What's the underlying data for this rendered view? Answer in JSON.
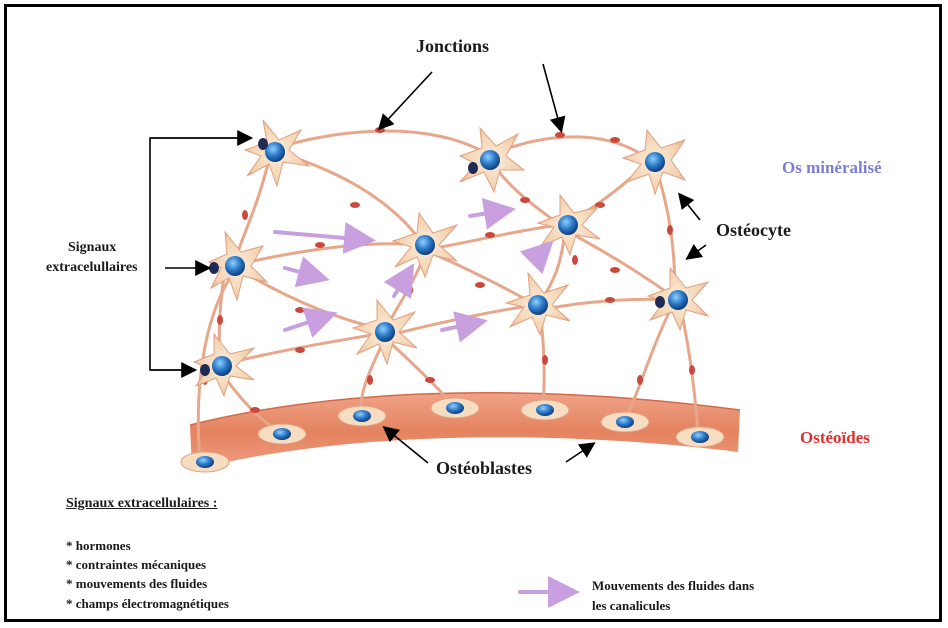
{
  "labels": {
    "jonctions": "Jonctions",
    "signaux_line1": "Signaux",
    "signaux_line2": "extracelullaires",
    "os_mineralise": "Os minéralisé",
    "osteocyte": "Ostéocyte",
    "osteoides": "Ostéoïdes",
    "osteoblastes": "Ostéoblastes"
  },
  "legend": {
    "signals_title": "Signaux extracellulaires :",
    "signals_items": [
      "* hormones",
      "* contraintes mécaniques",
      "* mouvements des fluides",
      "* champs électromagnétiques"
    ],
    "arrow_line1": "Mouvements des fluides dans",
    "arrow_line2": "les canalicules"
  },
  "colors": {
    "os_mineralise": "#7b7fd0",
    "osteoides": "#e03030",
    "fluid_arrow": "#c8a0e0",
    "nucleus": "#2a78c8",
    "osteoid_band": "#e88a6e",
    "cell_body": "#f6dcc0"
  }
}
